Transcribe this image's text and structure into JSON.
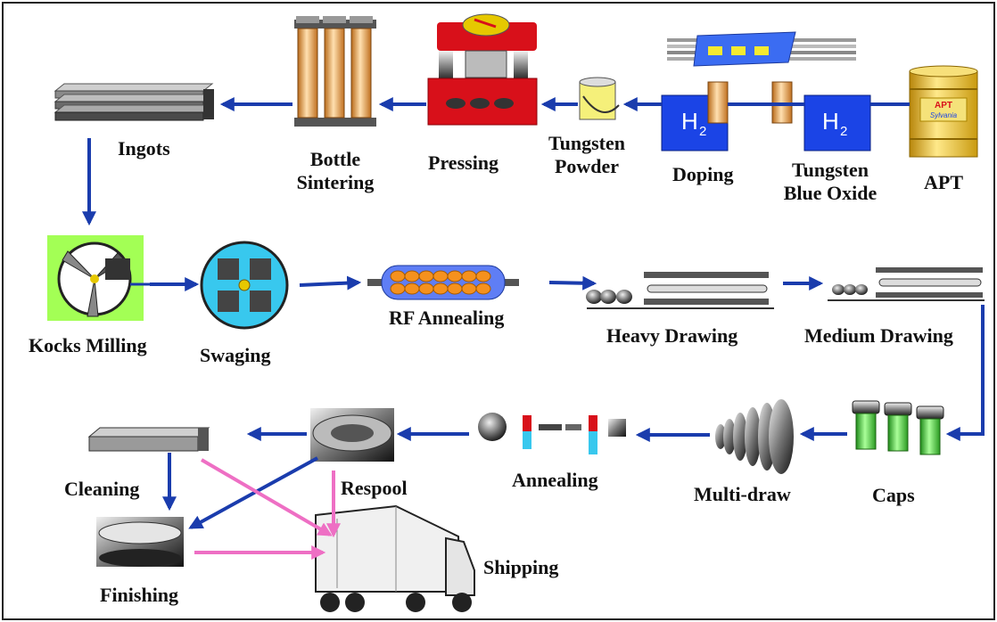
{
  "colors": {
    "arrow": "#1a3cad",
    "pink_arrow": "#ee6fc4",
    "h2_box": "#1b44e6",
    "press_red": "#d8101a",
    "lime": "#a3ff55",
    "swage_cyan": "#38c8ee",
    "cap_green": "#4ed93b",
    "coil_orange": "#f5911e"
  },
  "icons": {
    "apt_drum": {
      "line1": "APT",
      "line2": "Sylvania"
    },
    "h2_symbol": "H",
    "h2_sub": "2"
  },
  "labels": {
    "ingots": "Ingots",
    "bottle_sintering": [
      "Bottle",
      "Sintering"
    ],
    "pressing": "Pressing",
    "tungsten_powder": [
      "Tungsten",
      "Powder"
    ],
    "doping": "Doping",
    "tungsten_blue_oxide": [
      "Tungsten",
      "Blue Oxide"
    ],
    "apt": "APT",
    "kocks_milling": "Kocks Milling",
    "swaging": "Swaging",
    "rf_annealing": "RF Annealing",
    "heavy_drawing": "Heavy Drawing",
    "medium_drawing": "Medium Drawing",
    "cleaning": "Cleaning",
    "respool": "Respool",
    "annealing": "Annealing",
    "multi_draw": "Multi-draw",
    "caps": "Caps",
    "finishing": "Finishing",
    "shipping": "Shipping"
  }
}
